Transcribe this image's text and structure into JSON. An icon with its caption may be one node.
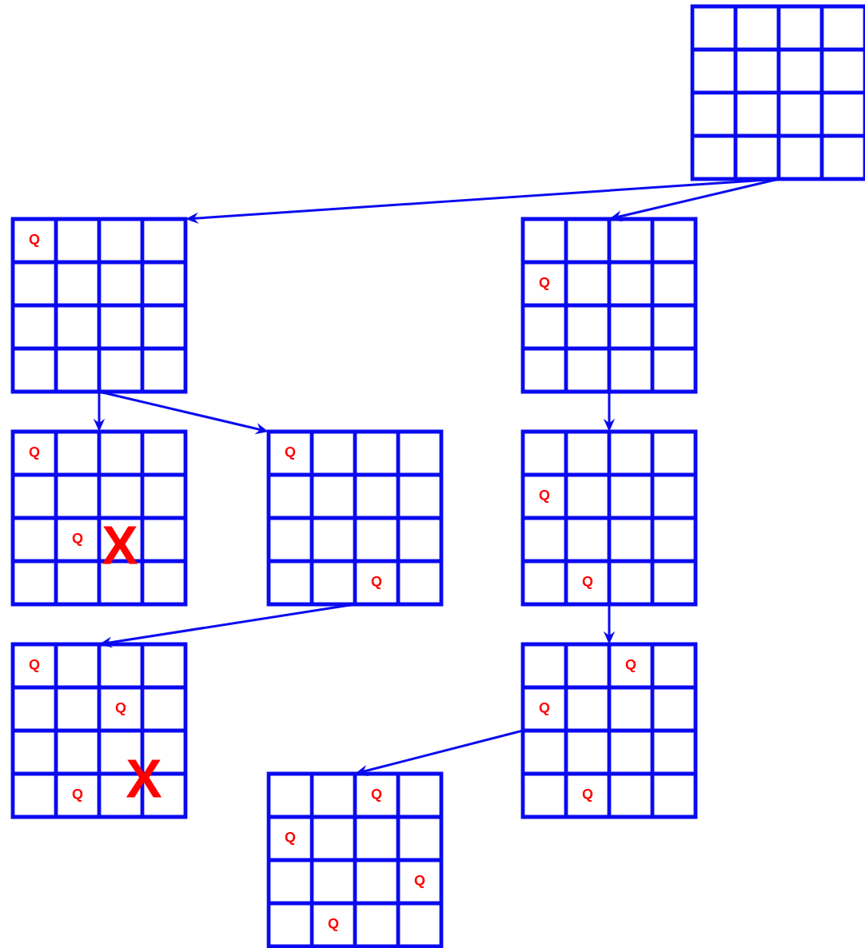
{
  "diagram": {
    "nodes": [
      {
        "text": [],
        "shape": "grid"
      },
      {
        "text": [
          "Q"
        ]
      },
      {
        "text": [
          "Q"
        ]
      },
      {
        "text": [
          "Q",
          "Q",
          "X"
        ]
      },
      {
        "text": [
          "Q",
          "Q"
        ]
      },
      {
        "text": [
          "Q",
          "Q"
        ]
      },
      {
        "text": [
          "Q",
          "Q",
          "Q",
          "X"
        ]
      },
      {
        "text": [
          "Q",
          "Q",
          "Q"
        ]
      },
      {
        "text": [
          "Q",
          "Q",
          "Q",
          "Q"
        ]
      }
    ],
    "edges": [
      {
        "from": 0,
        "to": 1,
        "arrow": "to"
      },
      {
        "from": 0,
        "to": 2,
        "arrow": "to"
      },
      {
        "from": 1,
        "to": 3,
        "arrow": "to"
      },
      {
        "from": 1,
        "to": 4,
        "arrow": "to"
      },
      {
        "from": 2,
        "to": 5,
        "arrow": "to"
      },
      {
        "from": 4,
        "to": 6,
        "arrow": "to"
      },
      {
        "from": 5,
        "to": 7,
        "arrow": "to"
      },
      {
        "from": 7,
        "to": 8,
        "arrow": "to"
      }
    ]
  }
}
